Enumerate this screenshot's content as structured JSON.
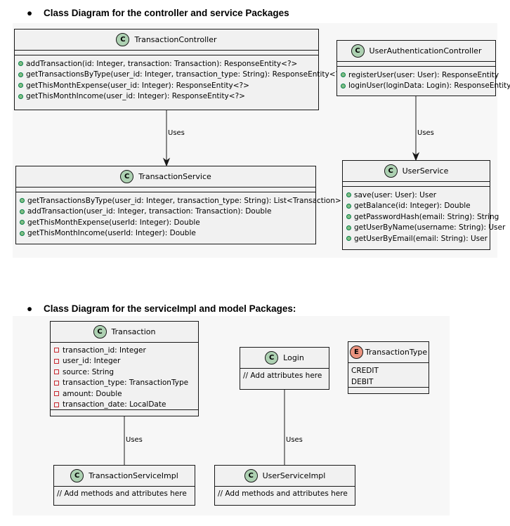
{
  "headings": {
    "top": "Class Diagram for the controller and service Packages",
    "bottom": "Class Diagram for the serviceImpl and model Packages:",
    "bullet": "●"
  },
  "colors": {
    "class_badge": "#add1b2",
    "enum_badge": "#eb937f",
    "box_fill": "#f1f1f1",
    "method_icon": "#84be84",
    "field_icon": "#c82930"
  },
  "diagram1": {
    "transaction_controller": {
      "badge": "C",
      "name": "TransactionController",
      "methods": [
        "addTransaction(id: Integer, transaction: Transaction): ResponseEntity<?>",
        "getTransactionsByType(user_id: Integer, transaction_type: String): ResponseEntity<?>",
        "getThisMonthExpense(user_id: Integer): ResponseEntity<?>",
        "getThisMonthIncome(user_id: Integer): ResponseEntity<?>"
      ]
    },
    "user_authentication_controller": {
      "badge": "C",
      "name": "UserAuthenticationController",
      "methods": [
        "registerUser(user: User): ResponseEntity",
        "loginUser(loginData: Login): ResponseEntity"
      ]
    },
    "transaction_service": {
      "badge": "C",
      "name": "TransactionService",
      "methods": [
        "getTransactionsByType(user_id: Integer, transaction_type: String): List<Transaction>",
        "addTransaction(user_id: Integer, transaction: Transaction): Double",
        "getThisMonthExpense(userId: Integer): Double",
        "getThisMonthIncome(userId: Integer): Double"
      ]
    },
    "user_service": {
      "badge": "C",
      "name": "UserService",
      "methods": [
        "save(user: User): User",
        "getBalance(id: Integer): Double",
        "getPasswordHash(email: String): String",
        "getUserByName(username: String): User",
        "getUserByEmail(email: String): User"
      ]
    },
    "uses_left": "Uses",
    "uses_right": "Uses"
  },
  "diagram2": {
    "transaction": {
      "badge": "C",
      "name": "Transaction",
      "fields": [
        "transaction_id: Integer",
        "user_id: Integer",
        "source: String",
        "transaction_type: TransactionType",
        "amount: Double",
        "transaction_date: LocalDate"
      ]
    },
    "login": {
      "badge": "C",
      "name": "Login",
      "note": "// Add attributes here"
    },
    "transaction_type": {
      "badge": "E",
      "name": "TransactionType",
      "values": [
        "CREDIT",
        "DEBIT"
      ]
    },
    "transaction_service_impl": {
      "badge": "C",
      "name": "TransactionServiceImpl",
      "note": "// Add methods and attributes here"
    },
    "user_service_impl": {
      "badge": "C",
      "name": "UserServiceImpl",
      "note": "// Add methods and attributes here"
    },
    "uses_left": "Uses",
    "uses_right": "Uses"
  }
}
